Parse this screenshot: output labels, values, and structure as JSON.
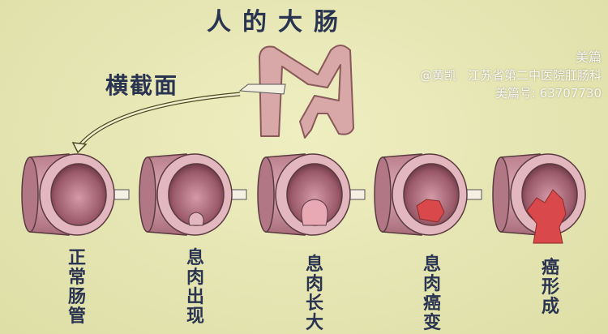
{
  "title": "人的大肠",
  "section_label": "横截面",
  "stages": [
    {
      "label": "正常肠管",
      "lesion": "none"
    },
    {
      "label": "息肉出现",
      "lesion": "small-polyp"
    },
    {
      "label": "息肉长大",
      "lesion": "large-polyp"
    },
    {
      "label": "息肉癌变",
      "lesion": "cancerous-polyp"
    },
    {
      "label": "癌形成",
      "lesion": "cancer"
    }
  ],
  "watermark": {
    "brand": "美篇",
    "author": "@黄凯",
    "org": "江苏省第二中医院肛肠科",
    "id": "美篇号: 63707730"
  },
  "colors": {
    "background": "#e6e6b4",
    "tissue": "#c98f9a",
    "lumen": "#7a3f4f",
    "cancer": "#d9484a",
    "text": "#2a3350"
  }
}
